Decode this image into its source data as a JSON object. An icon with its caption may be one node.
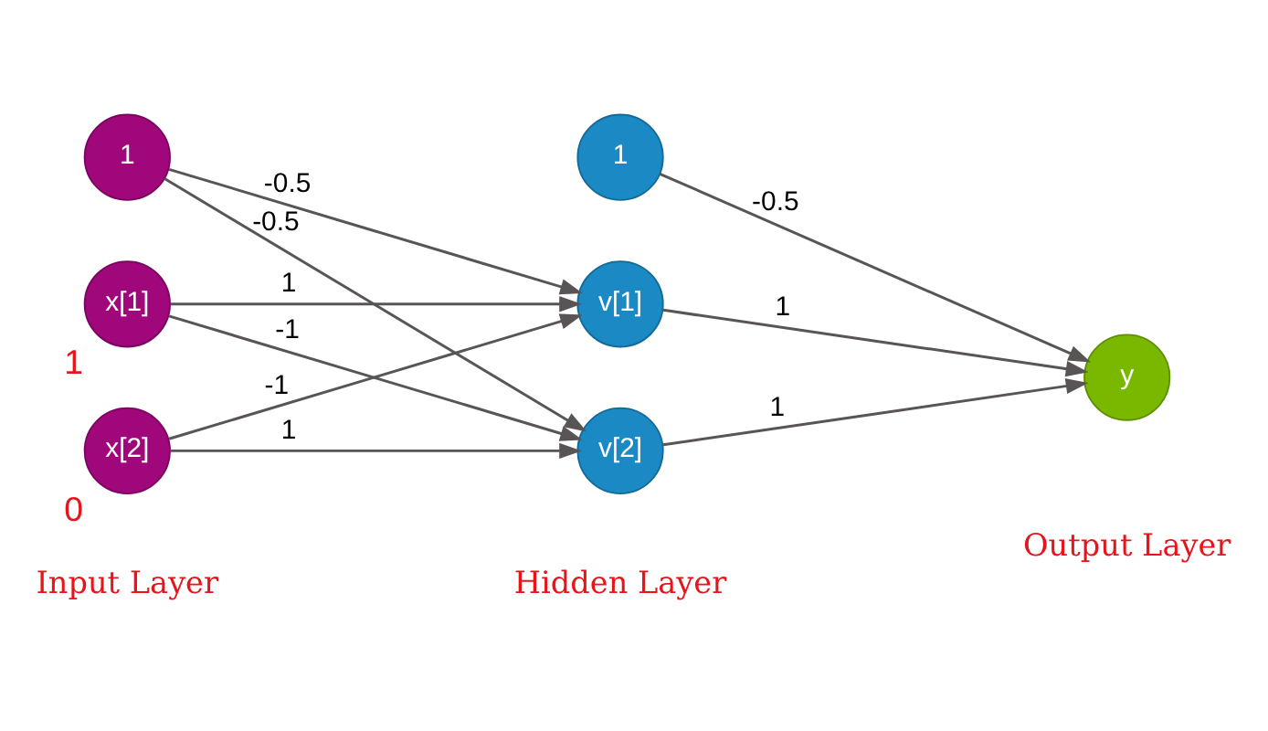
{
  "diagram": {
    "nodes": [
      {
        "text": [
          "1"
        ]
      },
      {
        "text": [
          "x[1]"
        ],
        "beside": [
          "1"
        ]
      },
      {
        "text": [
          "x[2]"
        ],
        "beside": [
          "0"
        ]
      },
      {
        "text": [
          "1"
        ]
      },
      {
        "text": [
          "v[1]"
        ]
      },
      {
        "text": [
          "v[2]"
        ]
      },
      {
        "text": [
          "y"
        ]
      }
    ],
    "edges": [
      {
        "from": 0,
        "to": 4,
        "label": "-0.5",
        "arrow": "to"
      },
      {
        "from": 0,
        "to": 5,
        "label": "-0.5",
        "arrow": "to"
      },
      {
        "from": 1,
        "to": 4,
        "label": "1",
        "arrow": "to"
      },
      {
        "from": 1,
        "to": 5,
        "label": "-1",
        "arrow": "to"
      },
      {
        "from": 2,
        "to": 4,
        "label": "-1",
        "arrow": "to"
      },
      {
        "from": 2,
        "to": 5,
        "label": "1",
        "arrow": "to"
      },
      {
        "from": 3,
        "to": 6,
        "label": "-0.5",
        "arrow": "to"
      },
      {
        "from": 4,
        "to": 6,
        "label": "1",
        "arrow": "to"
      },
      {
        "from": 5,
        "to": 6,
        "label": "1",
        "arrow": "to"
      }
    ],
    "labels": [
      "Input Layer",
      "Hidden Layer",
      "Output Layer"
    ]
  }
}
